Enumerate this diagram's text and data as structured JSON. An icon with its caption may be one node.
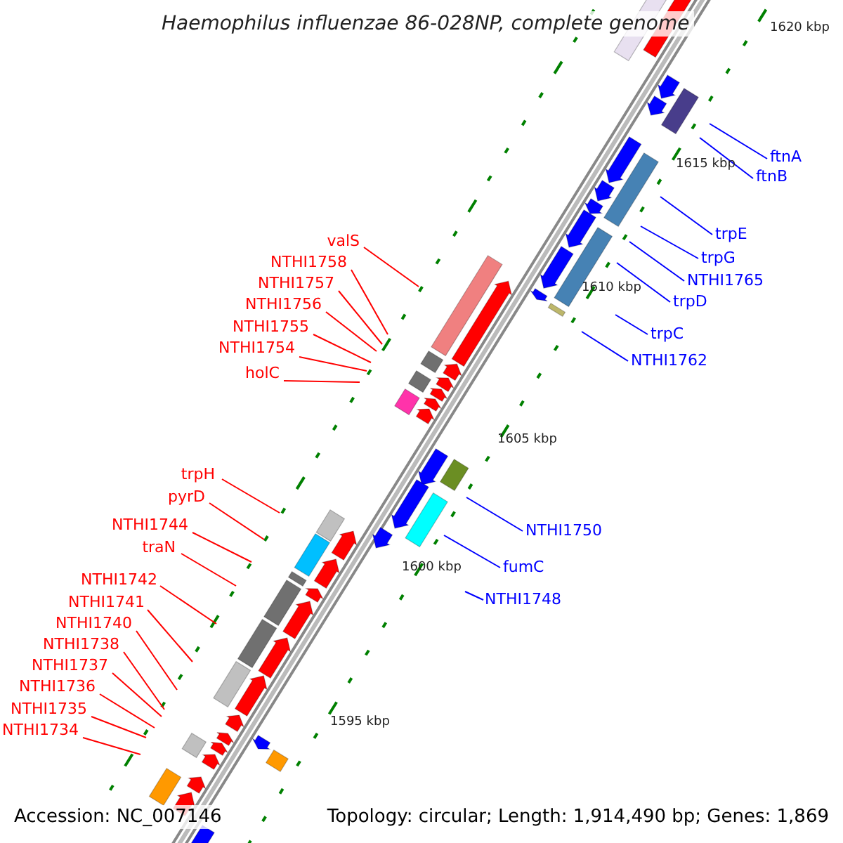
{
  "diagram": {
    "title": "Haemophilus influenzae 86-028NP, complete genome",
    "nodes": [
      {
        "text": [
          "ftnA"
        ]
      },
      {
        "text": [
          "ftnB"
        ]
      },
      {
        "text": [
          "trpE"
        ]
      },
      {
        "text": [
          "trpG"
        ]
      },
      {
        "text": [
          "NTHI1765"
        ]
      },
      {
        "text": [
          "valS"
        ]
      },
      {
        "text": [
          "trpD"
        ]
      },
      {
        "text": [
          "NTHI1758"
        ]
      },
      {
        "text": [
          "NTHI1757"
        ]
      },
      {
        "text": [
          "trpC"
        ]
      },
      {
        "text": [
          "NTHI1756"
        ]
      },
      {
        "text": [
          "NTHI1762"
        ]
      },
      {
        "text": [
          "NTHI1755"
        ]
      },
      {
        "text": [
          "NTHI1754"
        ]
      },
      {
        "text": [
          "holC"
        ]
      },
      {
        "text": [
          "trpH"
        ]
      },
      {
        "text": [
          "pyrD"
        ]
      },
      {
        "text": [
          "NTHI1750"
        ]
      },
      {
        "text": [
          "NTHI1744"
        ]
      },
      {
        "text": [
          "traN"
        ]
      },
      {
        "text": [
          "fumC"
        ]
      },
      {
        "text": [
          "NTHI1742"
        ]
      },
      {
        "text": [
          "NTHI1748"
        ]
      },
      {
        "text": [
          "NTHI1741"
        ]
      },
      {
        "text": [
          "NTHI1740"
        ]
      },
      {
        "text": [
          "NTHI1738"
        ]
      },
      {
        "text": [
          "NTHI1737"
        ]
      },
      {
        "text": [
          "NTHI1736"
        ]
      },
      {
        "text": [
          "NTHI1735"
        ]
      },
      {
        "text": [
          "NTHI1734"
        ]
      }
    ],
    "edges": [
      {
        "from": 0,
        "to": null,
        "arrow": "none",
        "color": "#0000ff"
      },
      {
        "from": 1,
        "to": null,
        "arrow": "none",
        "color": "#0000ff"
      },
      {
        "from": 2,
        "to": null,
        "arrow": "none",
        "color": "#0000ff"
      },
      {
        "from": 3,
        "to": null,
        "arrow": "none",
        "color": "#0000ff"
      },
      {
        "from": 4,
        "to": null,
        "arrow": "none",
        "color": "#0000ff"
      },
      {
        "from": 5,
        "to": null,
        "arrow": "none"
      },
      {
        "from": 6,
        "to": null,
        "arrow": "none",
        "color": "#0000ff"
      },
      {
        "from": 7,
        "to": null,
        "arrow": "none"
      },
      {
        "from": 8,
        "to": null,
        "arrow": "none"
      },
      {
        "from": 9,
        "to": null,
        "arrow": "none",
        "color": "#0000ff"
      },
      {
        "from": 10,
        "to": null,
        "arrow": "none"
      },
      {
        "from": 11,
        "to": null,
        "arrow": "none",
        "color": "#0000ff"
      },
      {
        "from": 12,
        "to": null,
        "arrow": "none"
      },
      {
        "from": 13,
        "to": null,
        "arrow": "none"
      },
      {
        "from": 14,
        "to": null,
        "arrow": "none"
      },
      {
        "from": 15,
        "to": null,
        "arrow": "none"
      },
      {
        "from": 16,
        "to": null,
        "arrow": "none"
      },
      {
        "from": 17,
        "to": null,
        "arrow": "none",
        "color": "#0000ff"
      },
      {
        "from": 18,
        "to": null,
        "arrow": "none"
      },
      {
        "from": 19,
        "to": null,
        "arrow": "none"
      },
      {
        "from": 20,
        "to": null,
        "arrow": "none",
        "color": "#0000ff"
      },
      {
        "from": 21,
        "to": null,
        "arrow": "none"
      },
      {
        "from": 22,
        "to": null,
        "arrow": "none",
        "color": "#0000ff"
      },
      {
        "from": 23,
        "to": null,
        "arrow": "none"
      },
      {
        "from": 24,
        "to": null,
        "arrow": "none"
      },
      {
        "from": 25,
        "to": null,
        "arrow": "none"
      },
      {
        "from": 26,
        "to": null,
        "arrow": "none"
      },
      {
        "from": 27,
        "to": null,
        "arrow": "none"
      },
      {
        "from": 28,
        "to": null,
        "arrow": "none"
      },
      {
        "from": 29,
        "to": null,
        "arrow": "none"
      }
    ],
    "labels": [
      "1620 kbp",
      "1615 kbp",
      "1610 kbp",
      "1605 kbp",
      "1600 kbp",
      "1595 kbp",
      "Accession: NC_007146",
      "Topology: circular; Length: 1,914,490 bp; Genes: 1,869"
    ]
  }
}
